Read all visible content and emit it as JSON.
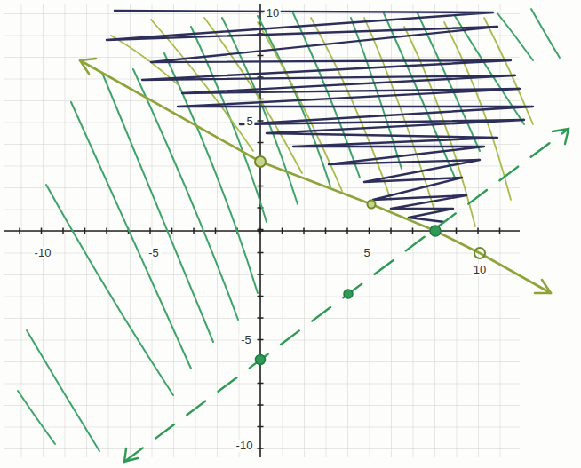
{
  "diagram": {
    "labels": [
      "-10",
      "-5",
      "5",
      "10",
      "10",
      "5",
      "-5",
      "-10"
    ]
  }
}
